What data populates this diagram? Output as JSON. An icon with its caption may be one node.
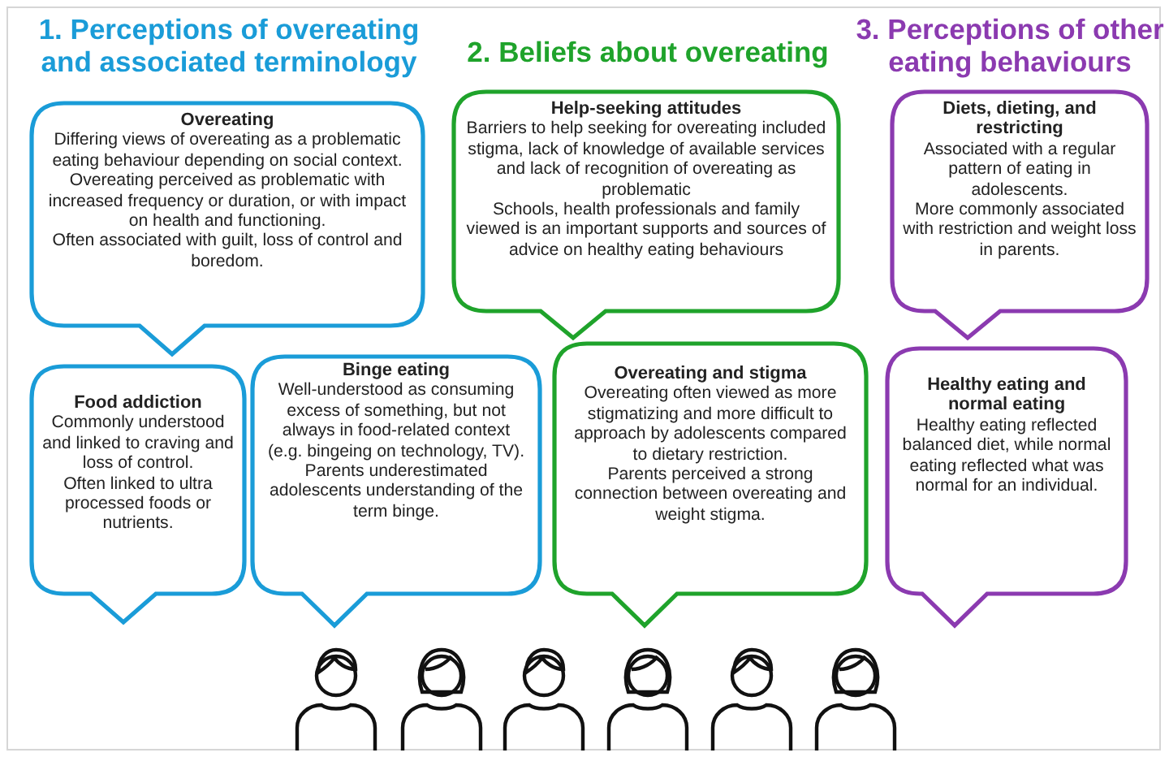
{
  "diagram": {
    "nodes": [
      {
        "text": [
          "Overeating",
          "Differing views of overeating as a problematic eating behaviour depending on social context.",
          "Overeating perceived as problematic with increased frequency or duration, or with impact on health and functioning.",
          "Often associated with guilt, loss of control and boredom."
        ]
      },
      {
        "text": [
          "Food addiction",
          "Commonly understood and linked to craving and loss of control.",
          "Often linked to ultra processed foods or nutrients."
        ]
      },
      {
        "text": [
          "Binge eating",
          "Well-understood as consuming excess of something, but not always in food-related context (e.g. bingeing on technology,  TV).",
          "Parents underestimated adolescents understanding of the term binge."
        ]
      },
      {
        "text": [
          "Help-seeking attitudes",
          "Barriers to help seeking for overeating included stigma, lack of knowledge of available services and lack of recognition of overeating as problematic",
          "Schools, health professionals and family viewed is an important supports and sources of advice on healthy eating behaviours"
        ]
      },
      {
        "text": [
          "Overeating and stigma",
          "Overeating often viewed as more stigmatizing and more difficult to approach by adolescents compared to dietary restriction.",
          "Parents perceived a strong connection between overeating and weight stigma."
        ]
      },
      {
        "text": [
          "Diets, dieting, and restricting",
          "Associated with a regular pattern of eating in adolescents.",
          "More commonly associated with restriction and weight loss in parents."
        ]
      },
      {
        "text": [
          "Healthy eating and normal eating",
          "Healthy eating reflected balanced diet, while normal eating reflected what was normal for an individual."
        ]
      }
    ],
    "edges": [],
    "labels": [
      "1. Perceptions of overeating and associated terminology",
      "2. Beliefs about overeating",
      "3. Perceptions of other eating behaviours"
    ]
  }
}
